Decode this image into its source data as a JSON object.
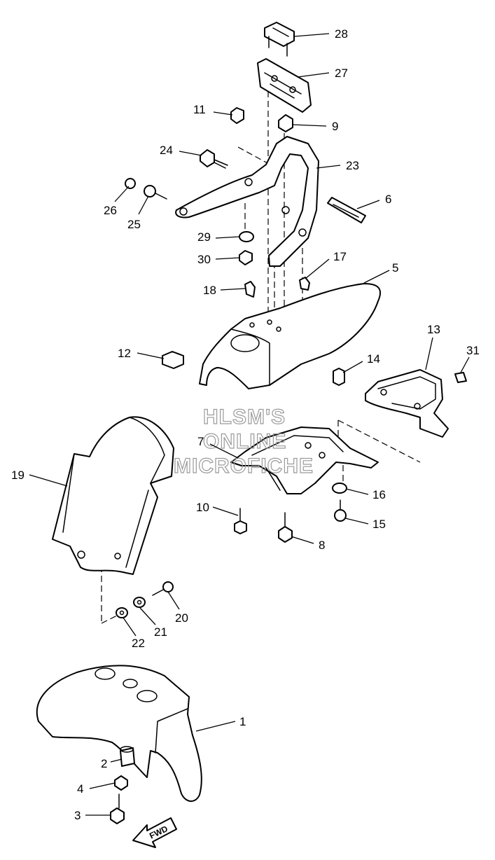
{
  "watermark": {
    "line1": "HLSM'S",
    "line2": "ONLINE",
    "line3": "MICROFICHE"
  },
  "direction_arrow": {
    "label": "FWD"
  },
  "callouts": {
    "c1": "1",
    "c2": "2",
    "c3": "3",
    "c4": "4",
    "c5": "5",
    "c6": "6",
    "c7": "7",
    "c8": "8",
    "c9": "9",
    "c10": "10",
    "c11": "11",
    "c12": "12",
    "c13": "13",
    "c14": "14",
    "c15": "15",
    "c16": "16",
    "c17": "17",
    "c18": "18",
    "c19": "19",
    "c20": "20",
    "c21": "21",
    "c22": "22",
    "c23": "23",
    "c24": "24",
    "c25": "25",
    "c26": "26",
    "c27": "27",
    "c28": "28",
    "c29": "29",
    "c30": "30",
    "c31": "31"
  },
  "colors": {
    "line": "#000000",
    "background": "#ffffff",
    "watermark": "#9a9a9a"
  }
}
